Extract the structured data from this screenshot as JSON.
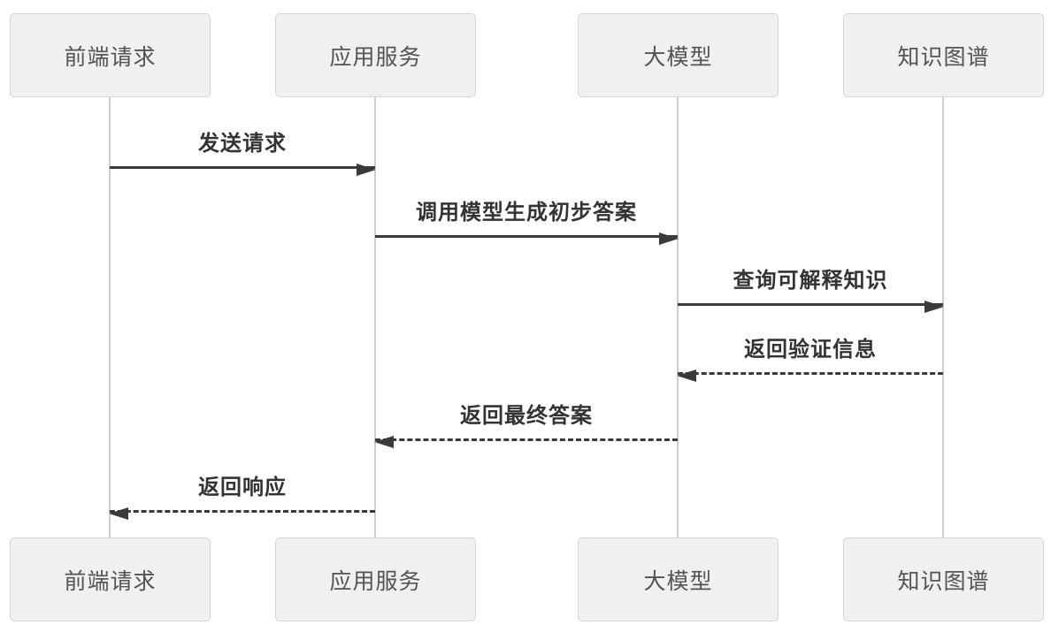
{
  "diagram": {
    "type": "sequence-diagram",
    "actors": [
      {
        "label": "前端请求"
      },
      {
        "label": "应用服务"
      },
      {
        "label": "大模型"
      },
      {
        "label": "知识图谱"
      }
    ],
    "messages": [
      {
        "label": "发送请求",
        "from": "前端请求",
        "to": "应用服务",
        "line": "solid",
        "direction": "right"
      },
      {
        "label": "调用模型生成初步答案",
        "from": "应用服务",
        "to": "大模型",
        "line": "solid",
        "direction": "right"
      },
      {
        "label": "查询可解释知识",
        "from": "大模型",
        "to": "知识图谱",
        "line": "solid",
        "direction": "right"
      },
      {
        "label": "返回验证信息",
        "from": "知识图谱",
        "to": "大模型",
        "line": "dashed",
        "direction": "left"
      },
      {
        "label": "返回最终答案",
        "from": "大模型",
        "to": "应用服务",
        "line": "dashed",
        "direction": "left"
      },
      {
        "label": "返回响应",
        "from": "应用服务",
        "to": "前端请求",
        "line": "dashed",
        "direction": "left"
      }
    ],
    "colors": {
      "background": "#ffffff",
      "actor_fill": "#f0f0f0",
      "actor_border": "#d6d6d6",
      "actor_text": "#545454",
      "lifeline": "#cfcfcf",
      "arrow": "#3a3a3a",
      "message_text": "#333333"
    }
  }
}
